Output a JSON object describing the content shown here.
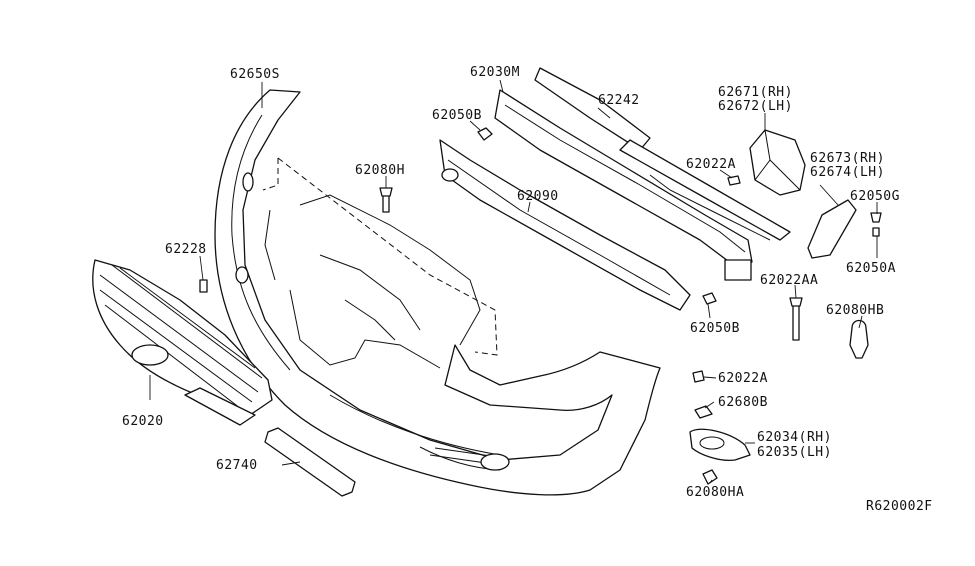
{
  "diagram_id": "R620002F",
  "labels": {
    "p62650S": "62650S",
    "p62030M": "62030M",
    "p62242": "62242",
    "p62671": "62671(RH)",
    "p62672": "62672(LH)",
    "p62050B_top": "62050B",
    "p62080H": "62080H",
    "p62022A_top": "62022A",
    "p62673": "62673(RH)",
    "p62674": "62674(LH)",
    "p62090": "62090",
    "p62050G": "62050G",
    "p62228": "62228",
    "p62050A": "62050A",
    "p62022AA": "62022AA",
    "p62080HB": "62080HB",
    "p62050B_bot": "62050B",
    "p62020": "62020",
    "p62022A_bot": "62022A",
    "p62680B": "62680B",
    "p62034": "62034(RH)",
    "p62035": "62035(LH)",
    "p62740": "62740",
    "p62080HA": "62080HA"
  }
}
